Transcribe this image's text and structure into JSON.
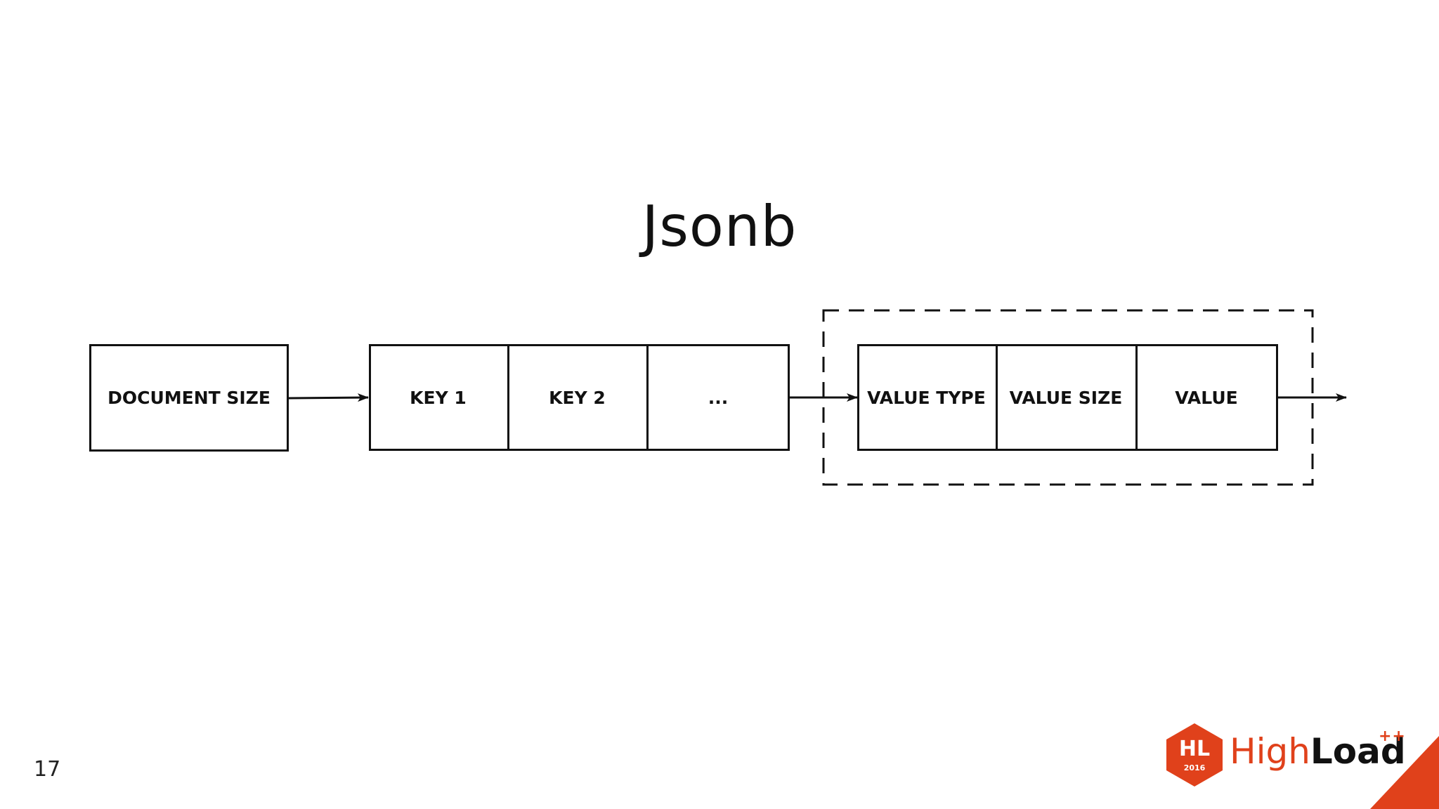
{
  "slide": {
    "title": "Jsonb",
    "page_number": "17"
  },
  "diagram": {
    "document_size": "DOCUMENT SIZE",
    "keys": [
      "KEY 1",
      "KEY 2",
      "..."
    ],
    "value_fields": [
      "VALUE TYPE",
      "VALUE SIZE",
      "VALUE"
    ]
  },
  "logo": {
    "badge_text": "HL",
    "badge_year": "2016",
    "name_part1": "High",
    "name_part2": "Load",
    "superscript": "++",
    "accent_color": "#e0411b"
  }
}
